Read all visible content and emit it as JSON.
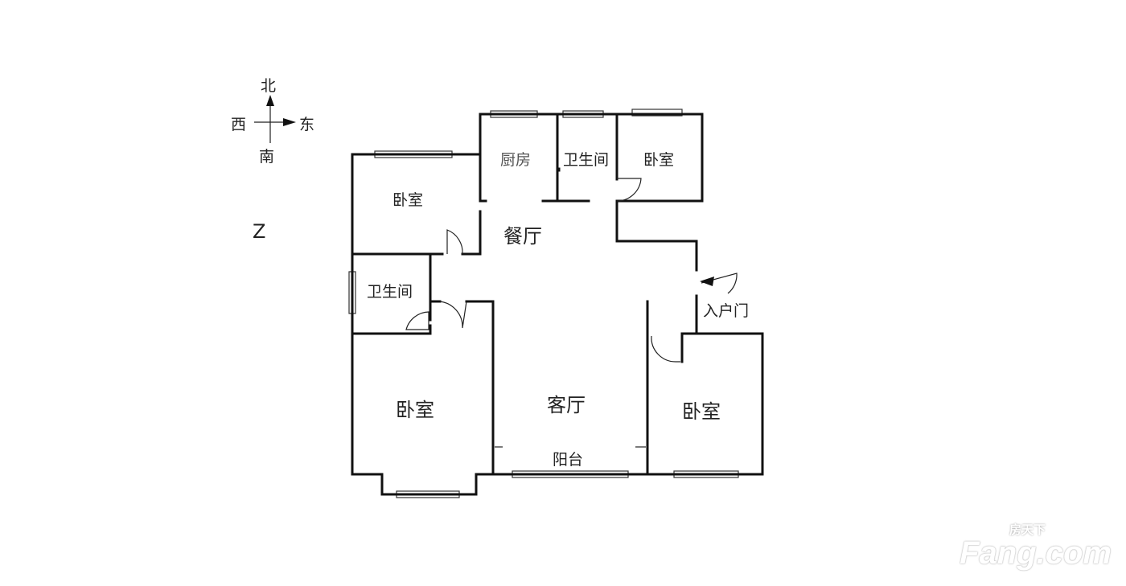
{
  "compass": {
    "north": "北",
    "south": "南",
    "east": "东",
    "west": "西",
    "mark": "Z"
  },
  "rooms": {
    "bedroom_nw": "卧室",
    "kitchen": "厨房",
    "bath_n": "卫生间",
    "bedroom_ne": "卧室",
    "dining": "餐厅",
    "bath_w": "卫生间",
    "entrance": "入户门",
    "bedroom_sw": "卧室",
    "living": "客厅",
    "bedroom_se": "卧室",
    "balcony": "阳台"
  },
  "watermark": {
    "cn": "房天下",
    "en": "Fang.com"
  }
}
